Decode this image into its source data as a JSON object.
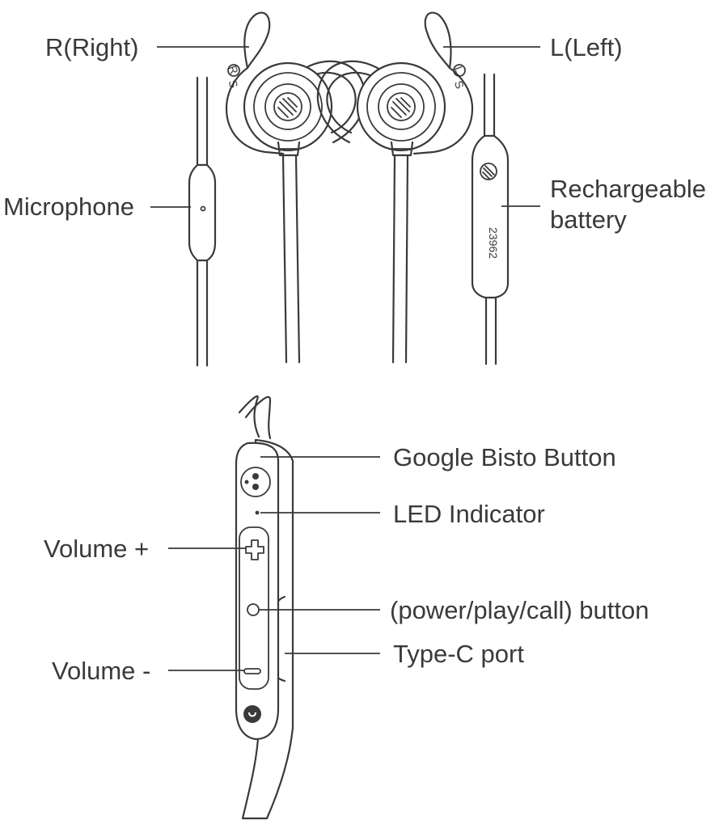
{
  "labels": {
    "right": "R(Right)",
    "left": "L(Left)",
    "microphone": "Microphone",
    "battery_line1": "Rechargeable",
    "battery_line2": "battery",
    "bisto": "Google Bisto Button",
    "led": "LED Indicator",
    "volume_up": "Volume +",
    "power": "(power/play/call) button",
    "volume_down": "Volume -",
    "typec": "Type-C port"
  },
  "markings": {
    "right_r": "R",
    "right_s": "S",
    "left_l": "L",
    "left_s": "S",
    "battery_model": "23962"
  },
  "icons": [
    "earbud-right-icon",
    "earbud-left-icon",
    "microphone-icon",
    "battery-pod-icon",
    "control-module-icon"
  ]
}
